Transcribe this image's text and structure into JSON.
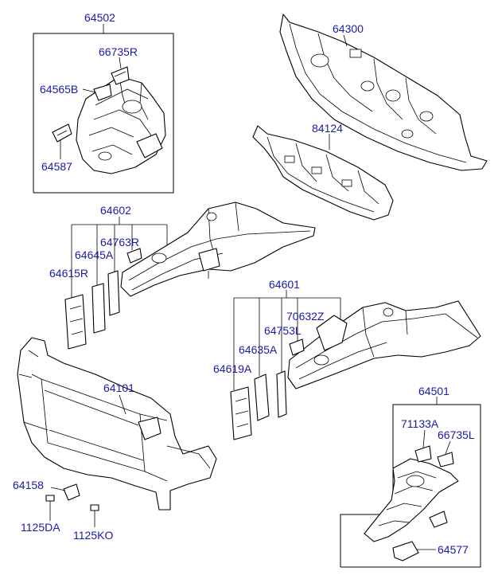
{
  "labels": {
    "p64502": "64502",
    "p66735R": "66735R",
    "p64565B": "64565B",
    "p64587": "64587",
    "p64300": "64300",
    "p84124": "84124",
    "p64602": "64602",
    "p64763R": "64763R",
    "p64645A": "64645A",
    "p64615R": "64615R",
    "p64601": "64601",
    "p70632Z": "70632Z",
    "p64753L": "64753L",
    "p64635A": "64635A",
    "p64619A": "64619A",
    "p64101": "64101",
    "p64501": "64501",
    "p71133A": "71133A",
    "p66735L": "66735L",
    "p64158": "64158",
    "p1125DA": "1125DA",
    "p1125KO": "1125KO",
    "p64577": "64577"
  }
}
